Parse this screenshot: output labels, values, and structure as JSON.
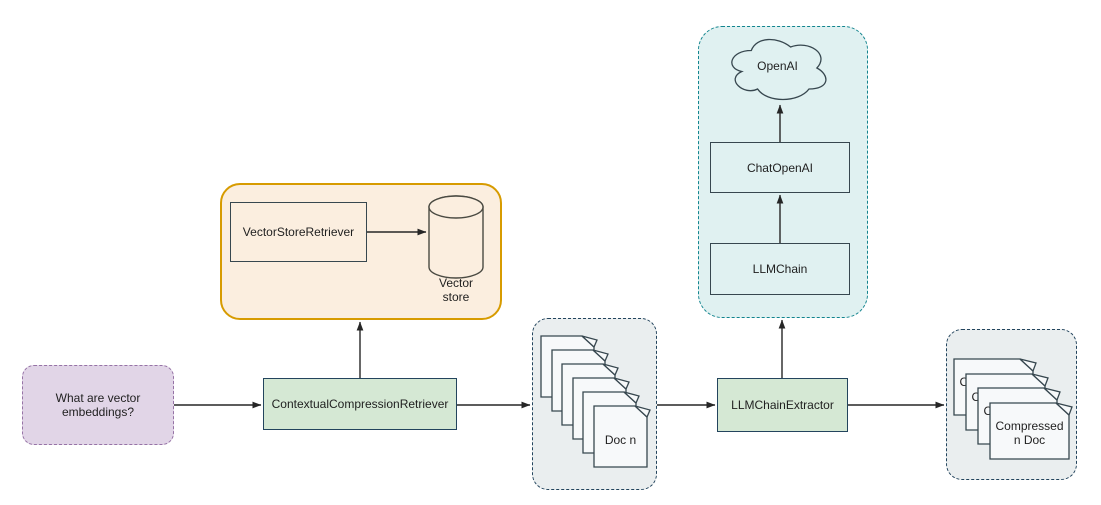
{
  "diagram": {
    "nodes": {
      "query": "What are vector embeddings?",
      "contextual_compression_retriever": "ContextualCompressionRetriever",
      "vector_store_retriever": "VectorStoreRetriever",
      "vector_store": "Vector store",
      "doc_n": "Doc n",
      "llm_chain_extractor": "LLMChainExtractor",
      "llm_chain": "LLMChain",
      "chat_openai": "ChatOpenAI",
      "openai": "OpenAI",
      "compressed_doc": "Compressed n Doc"
    },
    "colors": {
      "query_fill": "#E1D5E7",
      "query_border": "#9673A6",
      "process_fill": "#D5E8D4",
      "process_border": "#23445D",
      "vector_group_fill": "#FBEEDF",
      "vector_group_border": "#D79B00",
      "llm_group_fill": "#E0F1F1",
      "llm_group_border": "#12848E",
      "doc_group_fill": "#EAEEEF",
      "doc_group_border": "#23445D",
      "doc_fill": "#F7F9FA",
      "outline": "#37474F",
      "arrow": "#262626",
      "background": "#FFFFFF"
    }
  }
}
